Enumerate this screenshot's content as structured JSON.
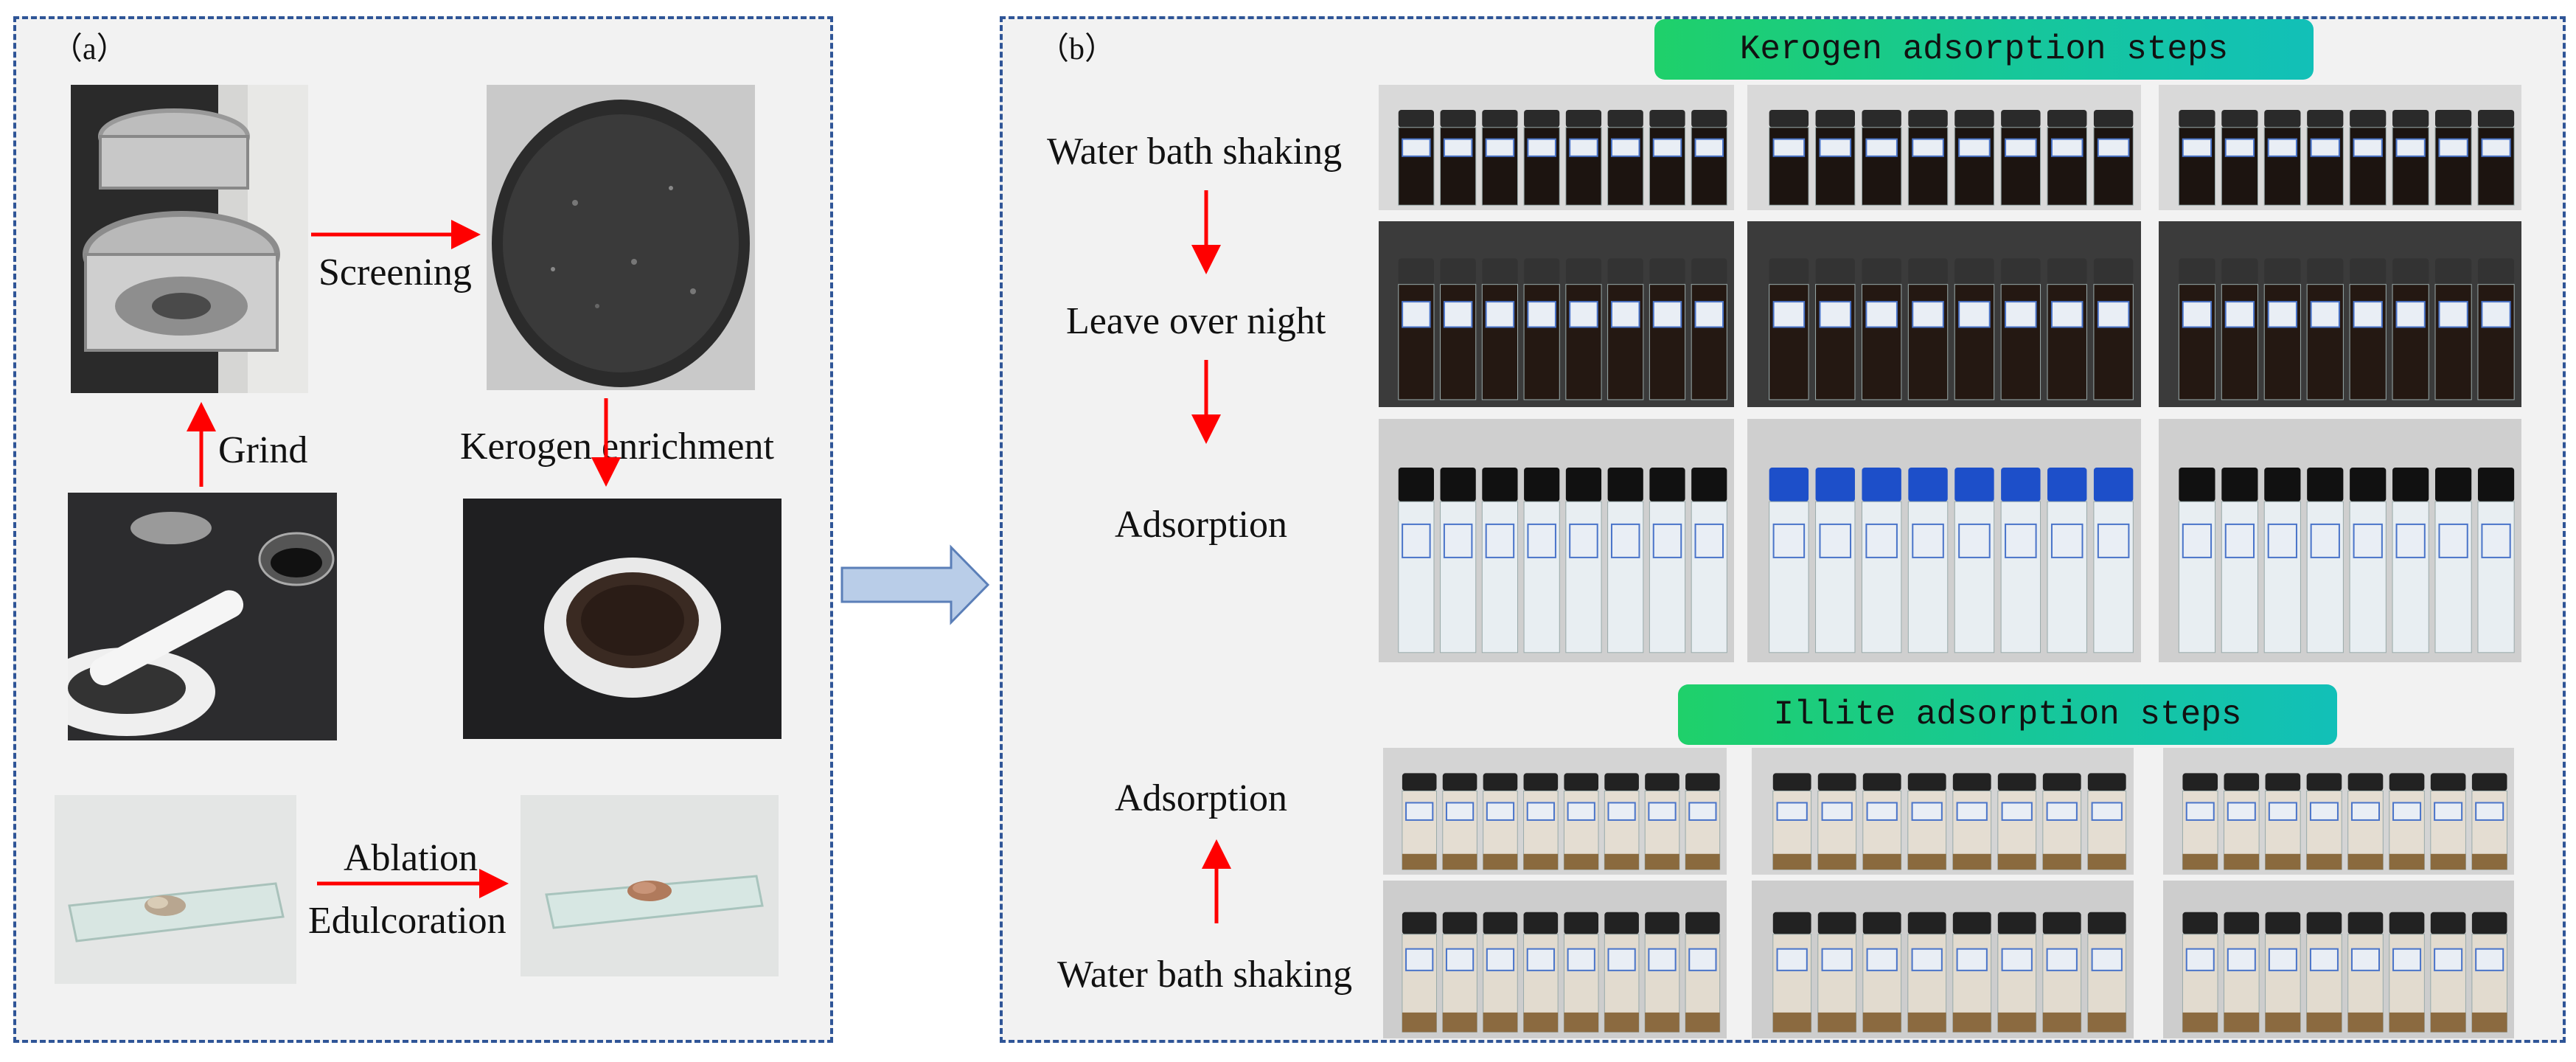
{
  "panel_a": {
    "label": "（a）",
    "arrows": {
      "screening": "Screening",
      "grind": "Grind",
      "kerogen_enrichment": "Kerogen  enrichment",
      "ablation": "Ablation",
      "edulcoration": "Edulcoration"
    }
  },
  "panel_b": {
    "label": "（b）",
    "kerogen_banner": "Kerogen adsorption steps",
    "illite_banner": "Illite adsorption steps",
    "kerogen_steps": [
      "Water bath shaking",
      "Leave over night",
      "Adsorption"
    ],
    "illite_steps": [
      "Adsorption",
      "Water bath shaking"
    ]
  },
  "colors": {
    "frame": "#2f5597",
    "arrow": "#ff0000",
    "banner_start": "#1fd06a",
    "banner_end": "#12c0b8",
    "block_arrow": "#8faadc"
  }
}
